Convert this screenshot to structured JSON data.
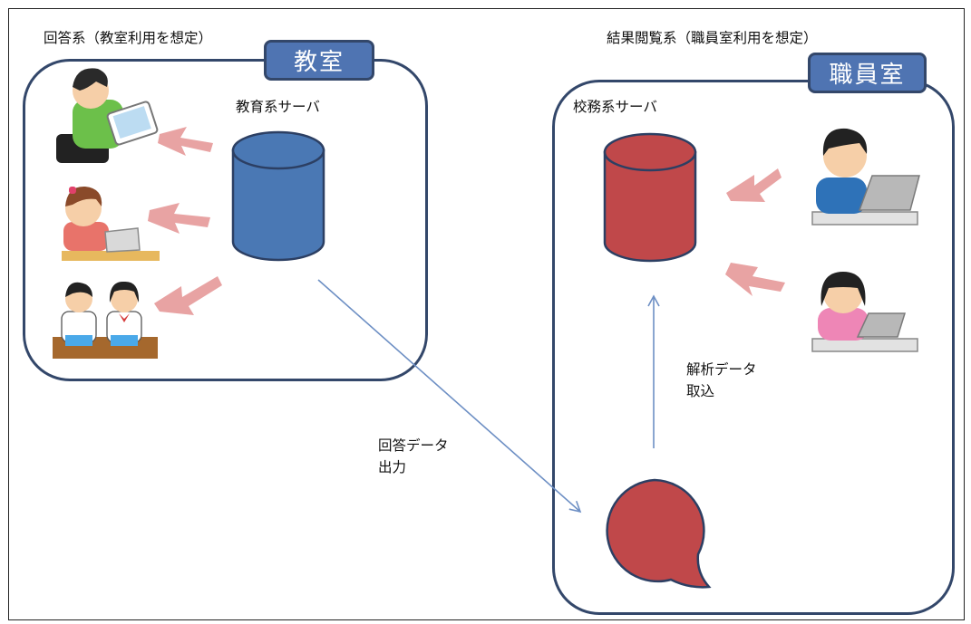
{
  "left_zone": {
    "caption": "回答系（教室利用を想定）",
    "tab_label": "教室",
    "server_label": "教育系サーバ"
  },
  "right_zone": {
    "caption": "結果閲覧系（職員室利用を想定）",
    "tab_label": "職員室",
    "server_label": "校務系サーバ"
  },
  "arrows": {
    "output_label_line1": "回答データ",
    "output_label_line2": "出力",
    "import_label_line1": "解析データ",
    "import_label_line2": "取込"
  },
  "colors": {
    "zone_border": "#33476a",
    "tab_fill": "#4f74b2",
    "education_server": "#4a78b4",
    "school_server": "#c0484a",
    "signal": "#e8a3a3",
    "arrow": "#6d8fc4"
  },
  "icons": [
    "student-tablet-icon",
    "student-laptop-icon",
    "students-desk-icon",
    "teacher-male-laptop-icon",
    "teacher-female-laptop-icon",
    "database-cylinder-icon",
    "speech-bubble-icon"
  ]
}
